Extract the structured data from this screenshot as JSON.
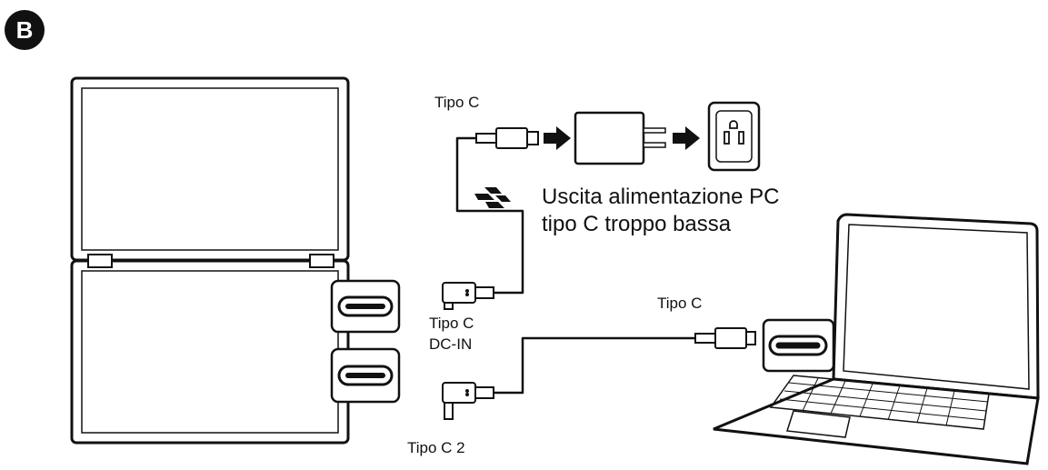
{
  "badge": {
    "letter": "B"
  },
  "labels": {
    "cable_top": "Tipo C",
    "warning_line1": "Uscita alimentazione PC",
    "warning_line2": "tipo C troppo bassa",
    "port_dcin_line1": "Tipo C",
    "port_dcin_line2": "DC-IN",
    "laptop_cable": "Tipo C",
    "port2": "Tipo C 2"
  },
  "colors": {
    "ink": "#111111",
    "fill_dark": "#1a1a1a",
    "paper": "#ffffff"
  },
  "icons": [
    "badge-b",
    "dual-screen-monitor",
    "usb-c-port-icon",
    "usb-c-plug",
    "arrow-right-icon",
    "power-adapter",
    "wall-outlet",
    "broken-connection-icon",
    "laptop"
  ]
}
